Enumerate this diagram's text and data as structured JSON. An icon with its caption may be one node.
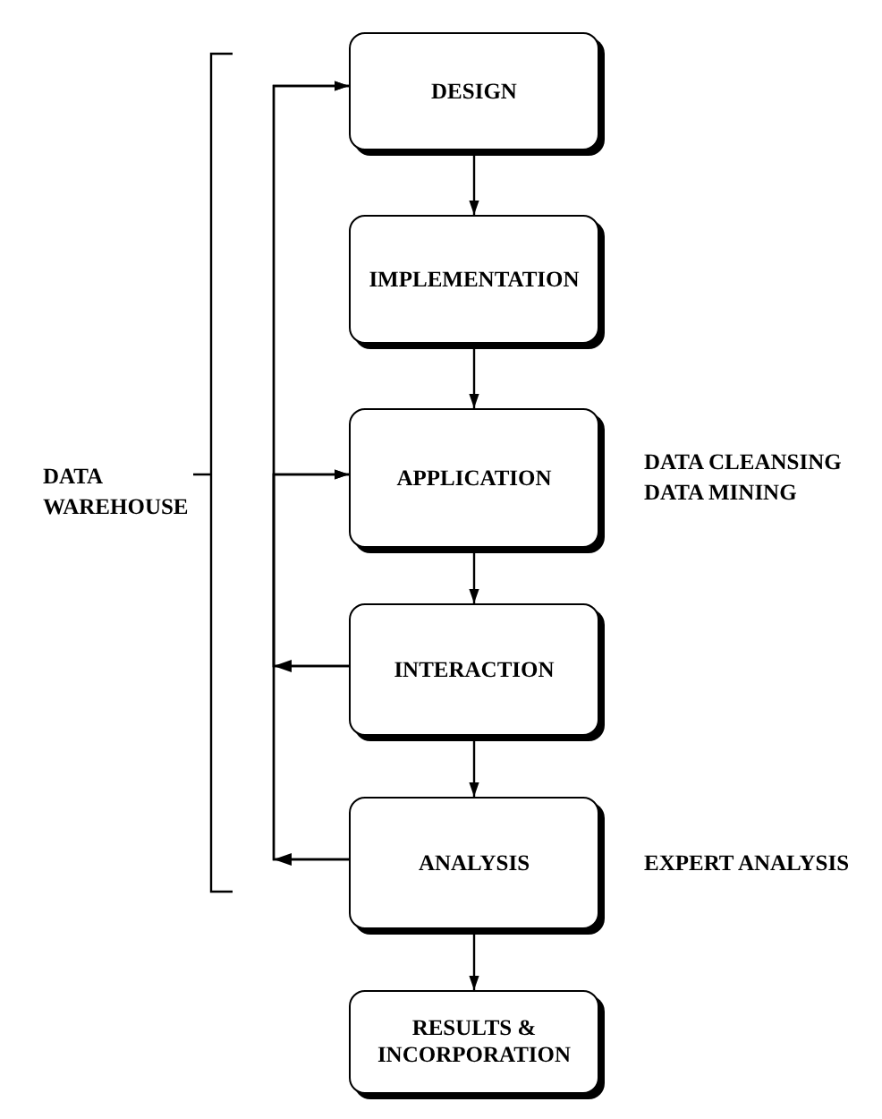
{
  "diagram": {
    "nodes": [
      {
        "text": [
          "DESIGN"
        ]
      },
      {
        "text": [
          "IMPLEMENTATION"
        ]
      },
      {
        "text": [
          "APPLICATION"
        ],
        "beside": [
          "DATA CLEANSING",
          "DATA MINING"
        ]
      },
      {
        "text": [
          "INTERACTION"
        ]
      },
      {
        "text": [
          "ANALYSIS"
        ],
        "beside": [
          "EXPERT ANALYSIS"
        ]
      },
      {
        "text": [
          "RESULTS & INCORPORATION"
        ]
      }
    ],
    "edges": [
      {
        "from": 0,
        "to": 1,
        "arrow": "to"
      },
      {
        "from": 1,
        "to": 2,
        "arrow": "to"
      },
      {
        "from": 2,
        "to": 3,
        "arrow": "to"
      },
      {
        "from": 3,
        "to": 4,
        "arrow": "to"
      },
      {
        "from": 4,
        "to": 5,
        "arrow": "to"
      },
      {
        "from": 3,
        "to": 0,
        "arrow": "to"
      },
      {
        "from": 3,
        "to": 2,
        "arrow": "to"
      },
      {
        "from": 4,
        "to": 0,
        "arrow": "to"
      },
      {
        "from": 4,
        "to": 2,
        "arrow": "to"
      }
    ],
    "labels": [
      "DATA WAREHOUSE"
    ]
  }
}
